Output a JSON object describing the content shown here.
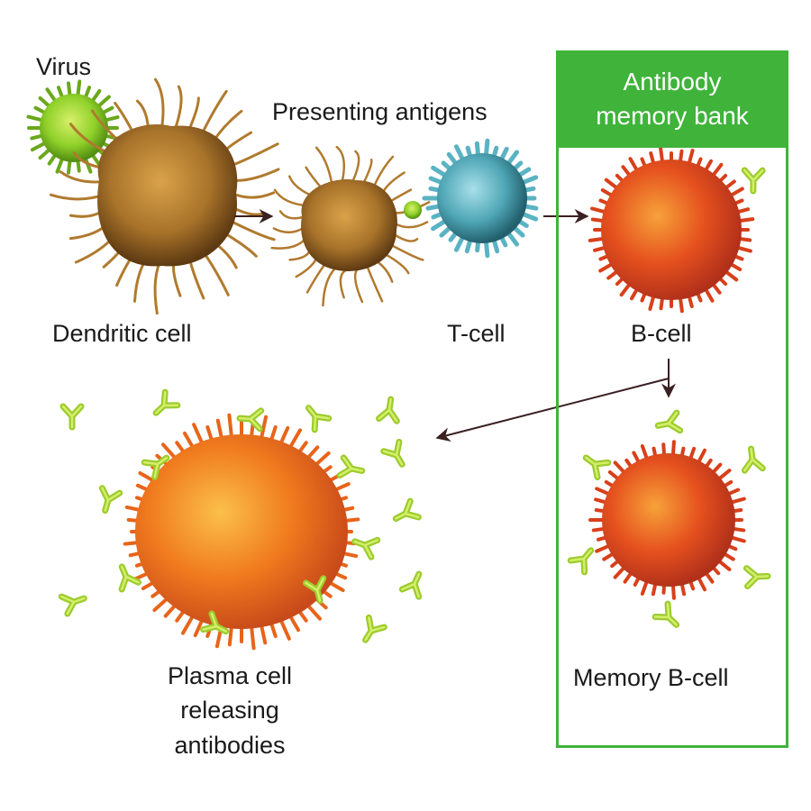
{
  "labels": {
    "virus": "Virus",
    "presenting": "Presenting antigens",
    "dendritic": "Dendritic cell",
    "tcell": "T-cell",
    "bcell": "B-cell",
    "memory_bcell": "Memory B-cell",
    "plasma_line1": "Plasma cell",
    "plasma_line2": "releasing",
    "plasma_line3": "antibodies"
  },
  "bank": {
    "line1": "Antibody",
    "line2": "memory bank"
  },
  "colors": {
    "bank_green": "#3fb33a",
    "virus_green": "#8fd12a",
    "dendritic_brown": "#b07a2e",
    "tcell_blue": "#4fa6b5",
    "bcell_orange": "#e5501e",
    "antibody_green": "#9ccc2e",
    "arrow": "#3a2020"
  }
}
